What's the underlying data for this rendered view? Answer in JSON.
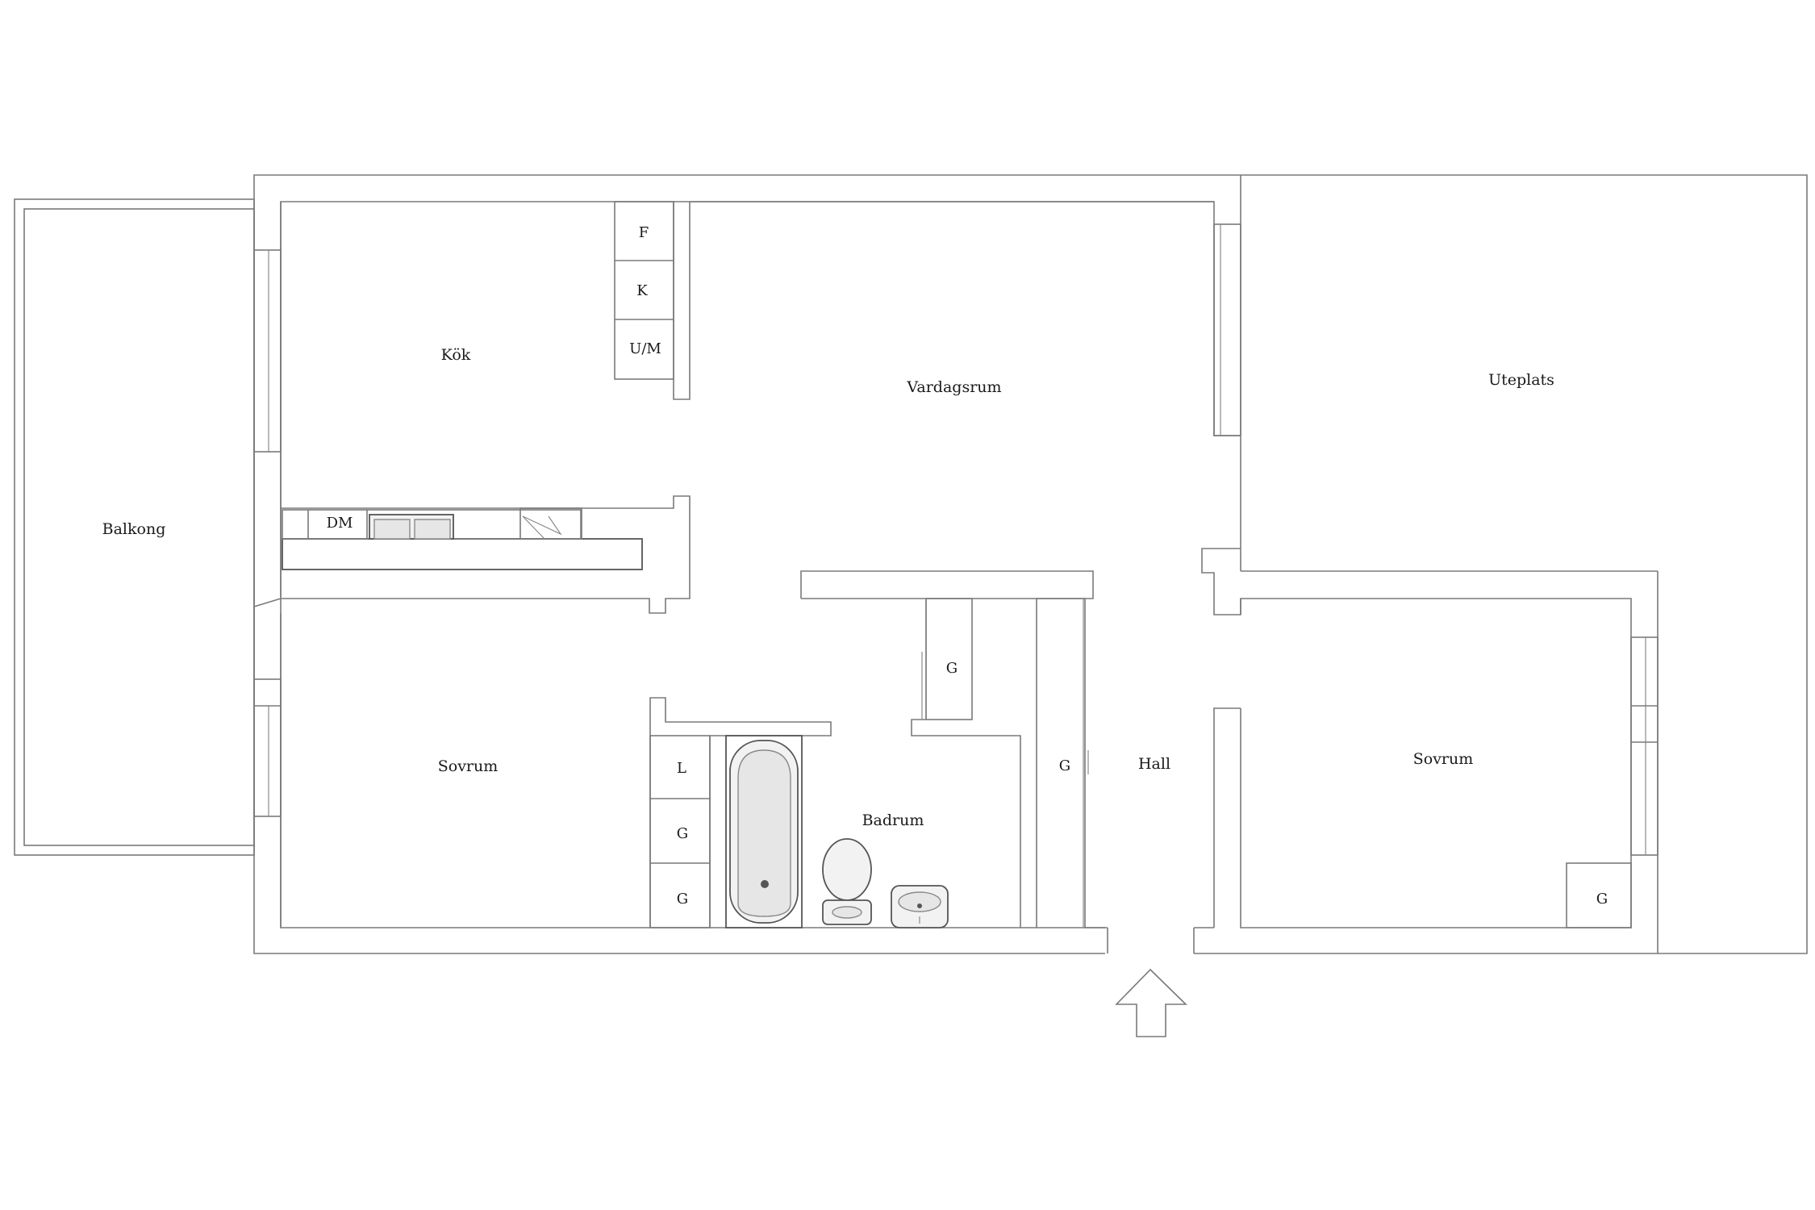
{
  "rooms": {
    "balkong": "Balkong",
    "kok": "Kök",
    "vardagsrum": "Vardagsrum",
    "uteplats": "Uteplats",
    "sovrum_left": "Sovrum",
    "badrum": "Badrum",
    "hall": "Hall",
    "sovrum_right": "Sovrum"
  },
  "fixtures": {
    "fridge": "F",
    "freezer": "K",
    "oven_micro": "U/M",
    "dishwasher": "DM",
    "linen": "L",
    "wardrobe": "G"
  },
  "entrance": {
    "icon": "entrance-arrow-icon"
  },
  "colors": {
    "walls": "#7a7a7a",
    "text": "#1a1a1a",
    "background": "#ffffff"
  }
}
